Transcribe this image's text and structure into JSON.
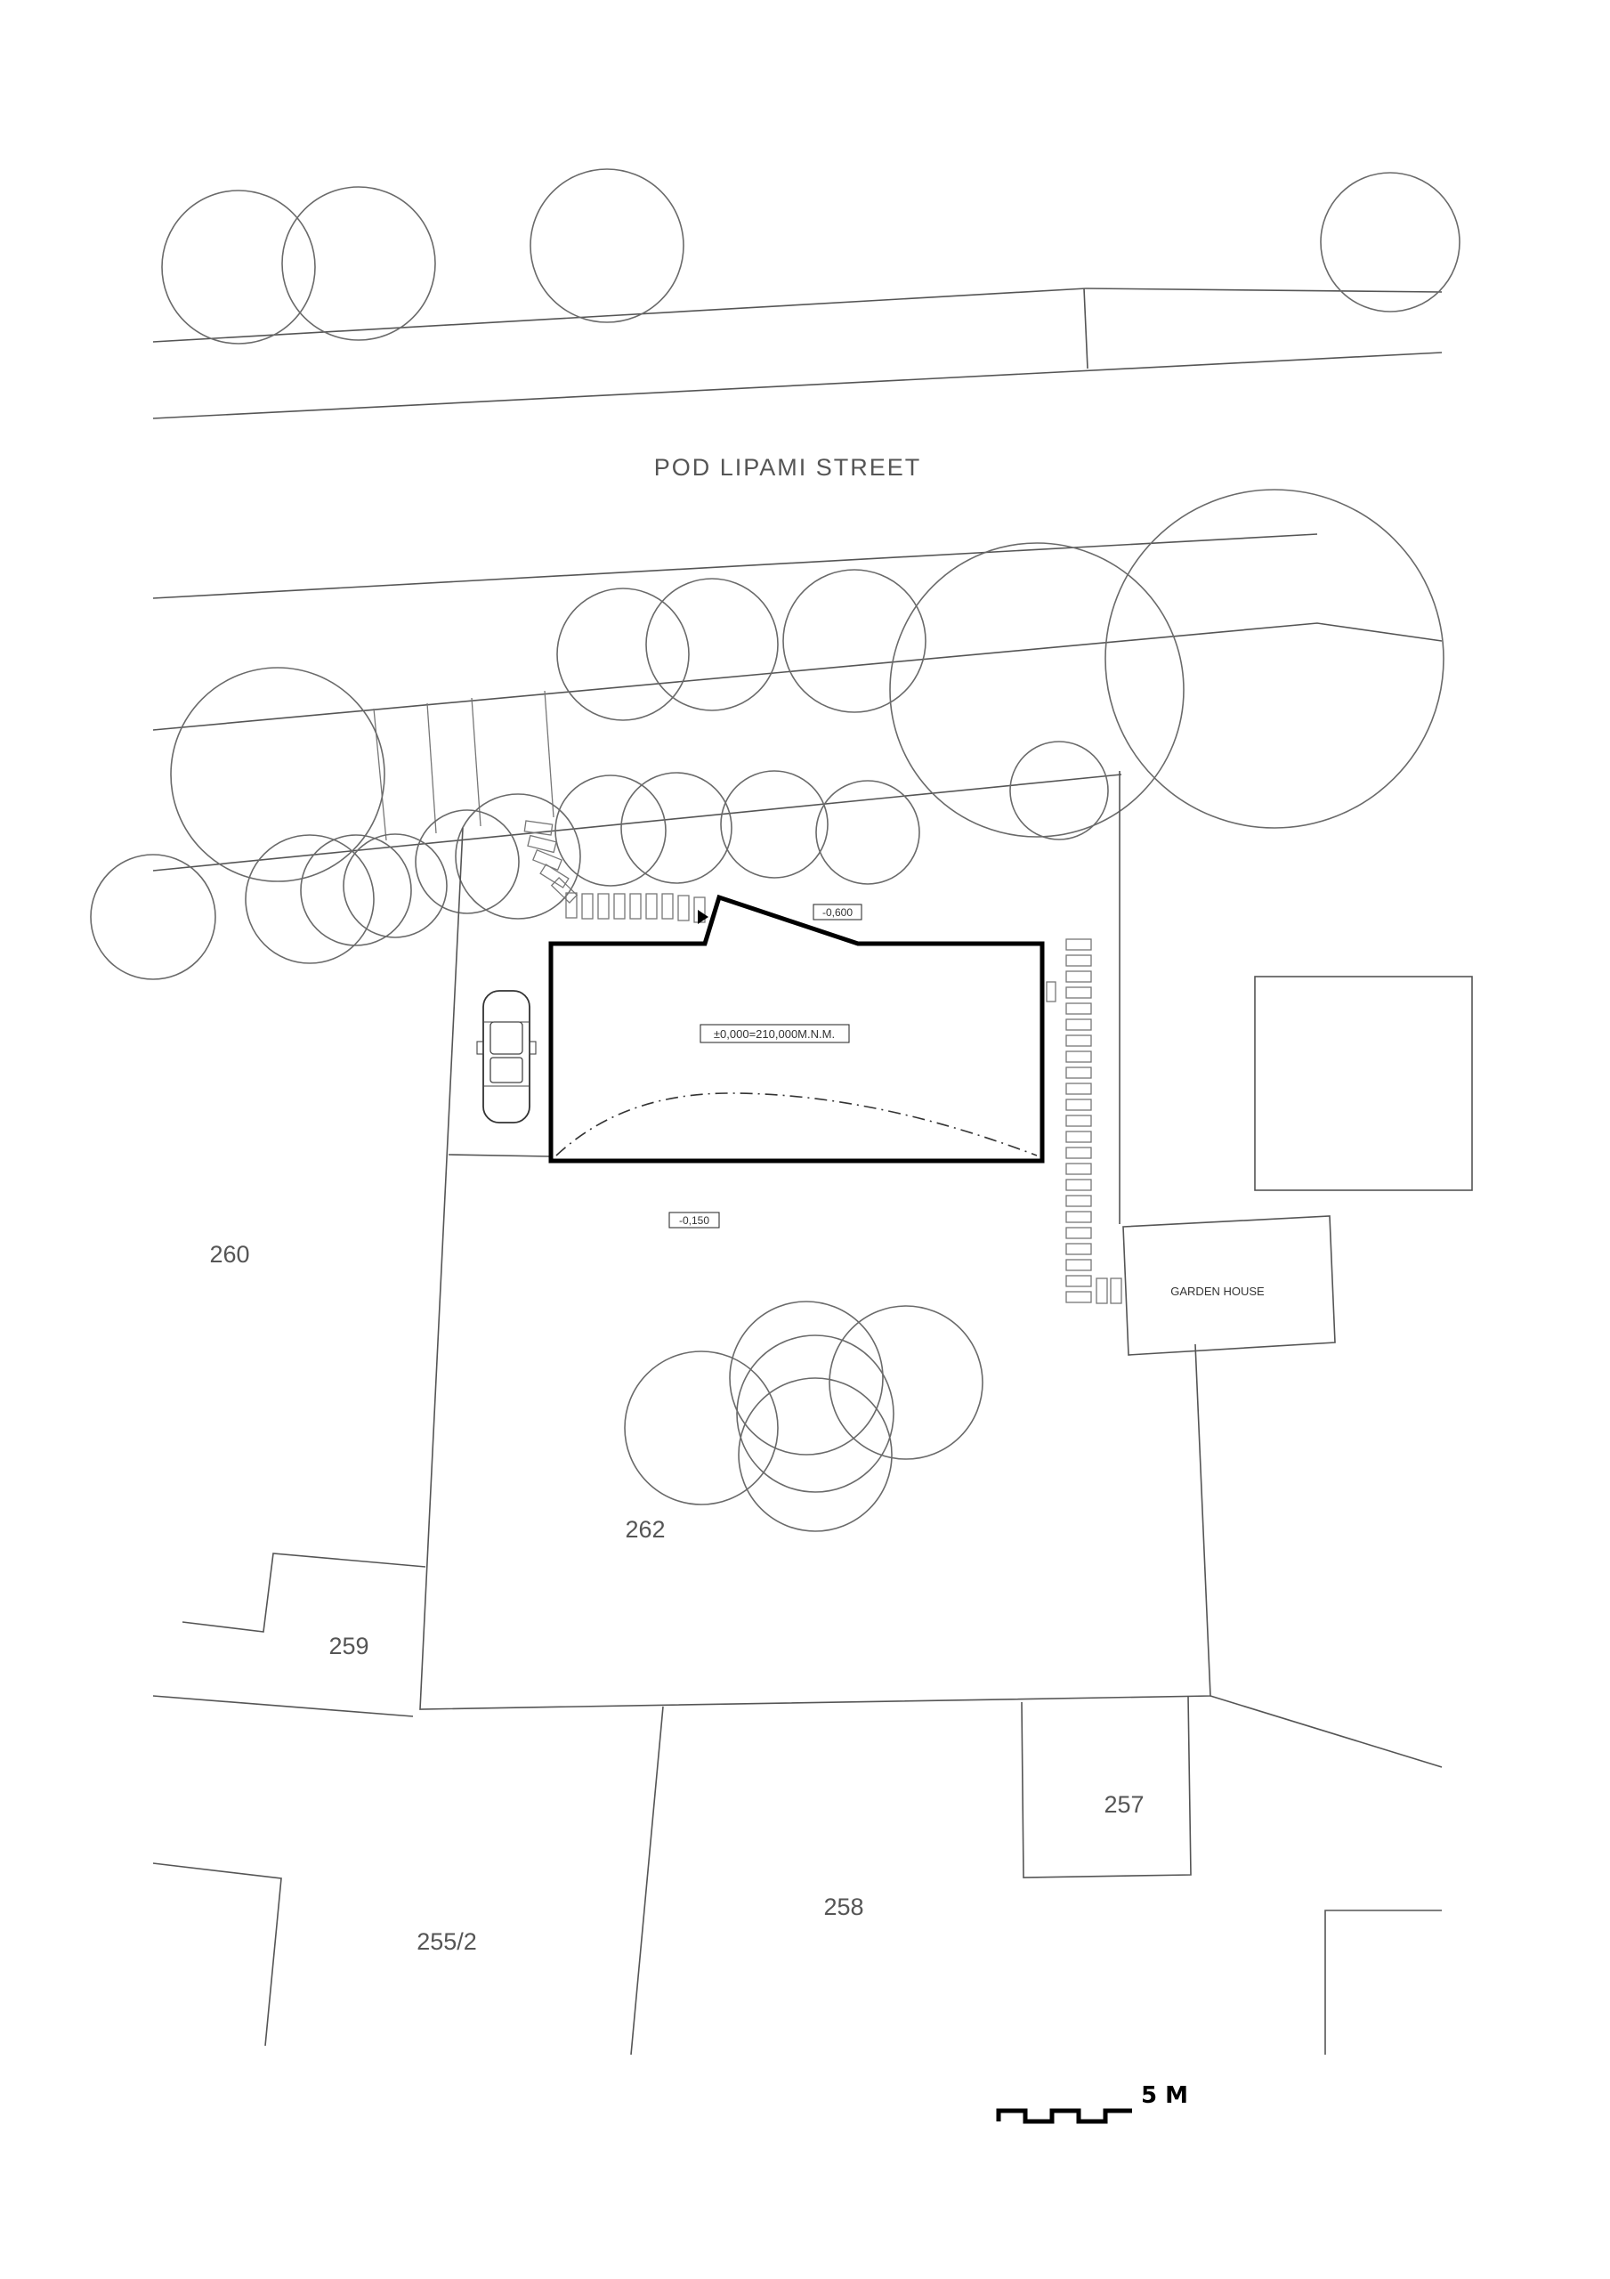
{
  "plan": {
    "street_name": "POD LIPAMI STREET",
    "datum_label": "±0,000=210,000M.N.M.",
    "level_north": "-0,600",
    "level_garden": "-0,150",
    "garden_house_label": "GARDEN HOUSE",
    "parcels": {
      "p260": "260",
      "p262": "262",
      "p259": "259",
      "p257": "257",
      "p258": "258",
      "p255_2": "255/2"
    },
    "scale_label": "5 M"
  },
  "colors": {
    "line": "#555555",
    "building_outline": "#000000",
    "background": "#ffffff"
  }
}
